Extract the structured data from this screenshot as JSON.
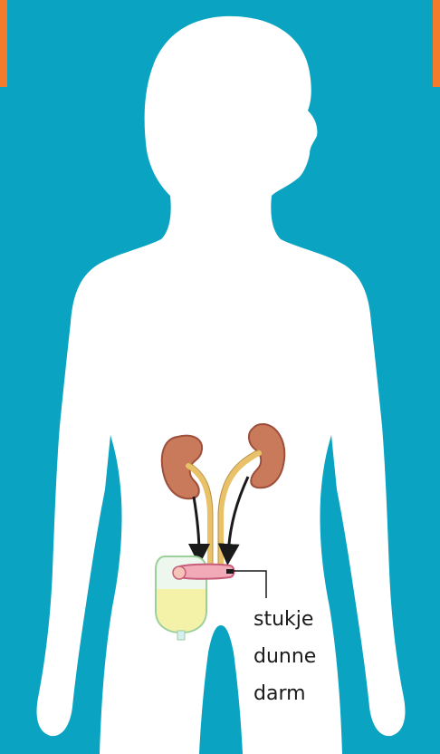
{
  "diagram": {
    "background_color": "#0aa4c2",
    "accent_color": "#f47b2a",
    "body_color": "#ffffff",
    "kidney_color": "#c97a5a",
    "ureter_color": "#e8c168",
    "intestine_color": "#f2a9b8",
    "urine_color": "#f3f2a8",
    "label": {
      "line1": "stukje",
      "line2": "dunne",
      "line3": "darm"
    }
  }
}
